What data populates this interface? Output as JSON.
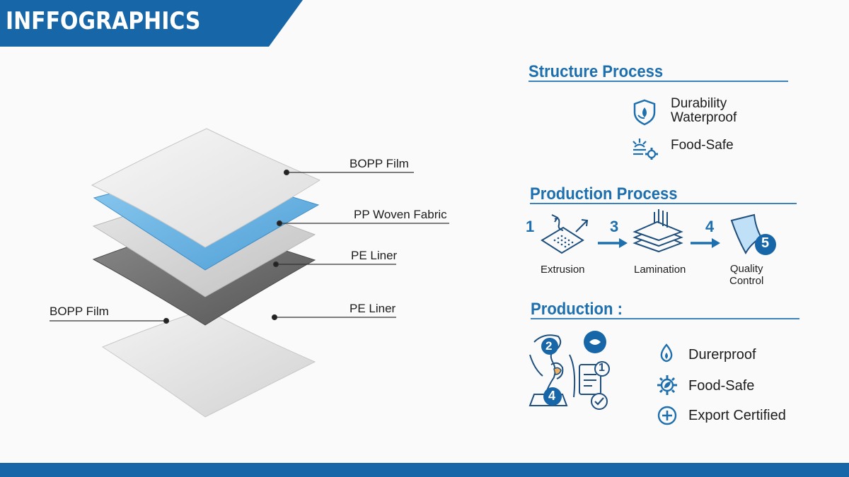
{
  "header": {
    "title": "INFFOGRAPHICS"
  },
  "colors": {
    "brand_blue": "#1766a8",
    "title_blue": "#1e6fae",
    "fabric_blue": "#6ab4e4",
    "liner_dark": "#6e6e6e"
  },
  "layers_diagram": {
    "labels": {
      "bopp_top": "BOPP Film",
      "pp_woven": "PP Woven Fabric",
      "pe_liner_top": "PE Liner",
      "bopp_bottom": "BOPP Film",
      "pe_liner_bottom": "PE Liner"
    }
  },
  "structure_process": {
    "title": "Structure Process",
    "features": [
      {
        "icon": "shield-water-icon",
        "lines": [
          "Durability",
          "Waterproof"
        ]
      },
      {
        "icon": "sun-gear-icon",
        "lines": [
          "Food-Safe"
        ]
      }
    ]
  },
  "production_process": {
    "title": "Production Process",
    "steps": [
      {
        "number": "1",
        "label": "Extrusion",
        "icon": "extrusion-icon"
      },
      {
        "number": "3",
        "label": "Lamination",
        "icon": "lamination-icon"
      },
      {
        "number": "4",
        "label": "Quality",
        "label2": "Control",
        "icon": "quality-sheet-icon"
      }
    ],
    "badge_number": "5"
  },
  "production": {
    "title": "Production :",
    "illustration_badges": [
      "2",
      "1",
      "4"
    ],
    "features": [
      {
        "icon": "water-drop-icon",
        "label": "Durerproof"
      },
      {
        "icon": "gear-leaf-icon",
        "label": "Food-Safe"
      },
      {
        "icon": "certified-plus-icon",
        "label": "Export Certified"
      }
    ]
  }
}
